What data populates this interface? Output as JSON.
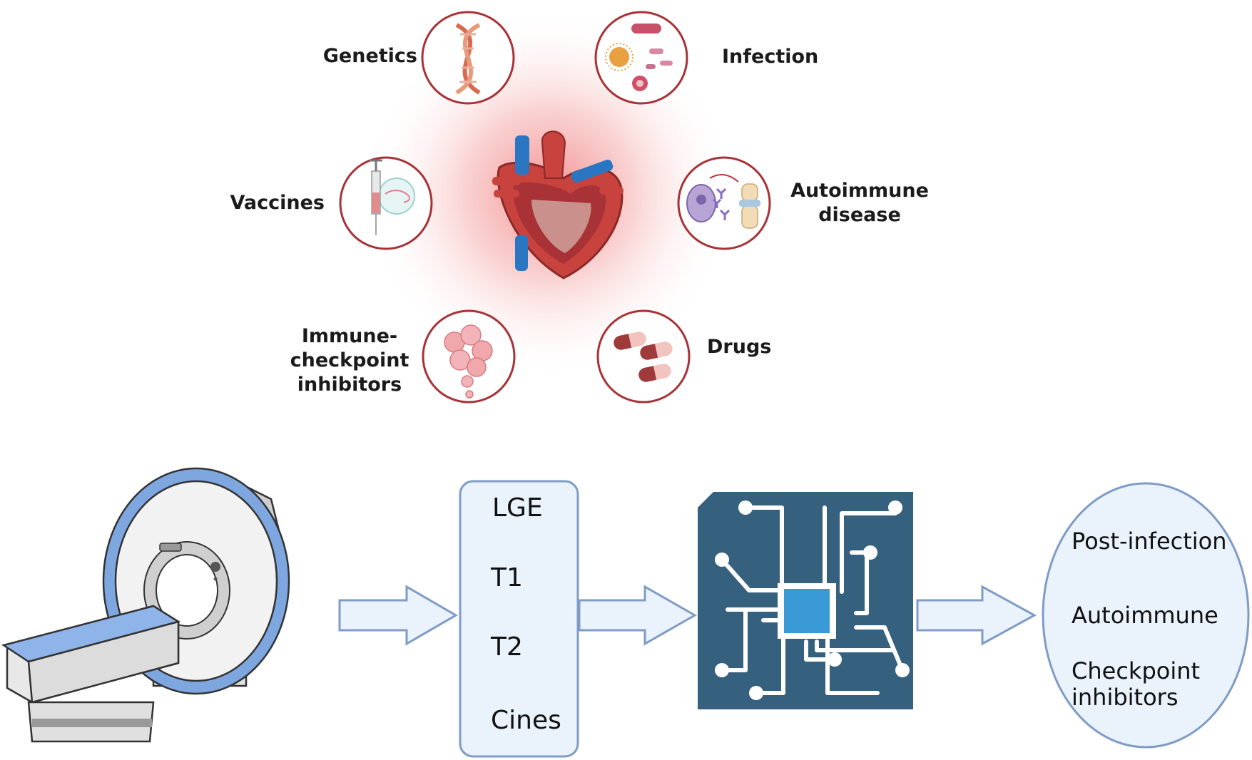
{
  "causes": {
    "genetics": {
      "label": "Genetics",
      "icon": "dna-icon"
    },
    "infection": {
      "label": "Infection",
      "icon": "microbes-icon"
    },
    "vaccines": {
      "label": "Vaccines",
      "icon": "syringe-icon"
    },
    "autoimmune": {
      "label_line1": "Autoimmune",
      "label_line2": "disease",
      "icon": "antibody-joint-icon"
    },
    "checkpoint": {
      "label_line1": "Immune-",
      "label_line2": "checkpoint",
      "label_line3": "inhibitors",
      "icon": "tumor-cells-icon"
    },
    "drugs": {
      "label": "Drugs",
      "icon": "capsules-icon"
    }
  },
  "center": {
    "icon": "heart-icon"
  },
  "pipeline": {
    "scanner": {
      "icon": "mri-scanner-icon"
    },
    "sequences": [
      "LGE",
      "T1",
      "T2",
      "Cines"
    ],
    "processor": {
      "icon": "ai-chip-icon"
    },
    "outcomes": {
      "line1": "Post-infection",
      "line2": "Autoimmune",
      "line3a": "Checkpoint",
      "line3b": "inhibitors"
    }
  },
  "colors": {
    "circle_border": "#a83236",
    "glow": "#f08a8a",
    "arrow_fill": "#eaf2fb",
    "arrow_stroke": "#7f9cc7",
    "box_fill": "#eaf2fb",
    "chip": "#35607e",
    "chip_core": "#3a9ad6"
  }
}
